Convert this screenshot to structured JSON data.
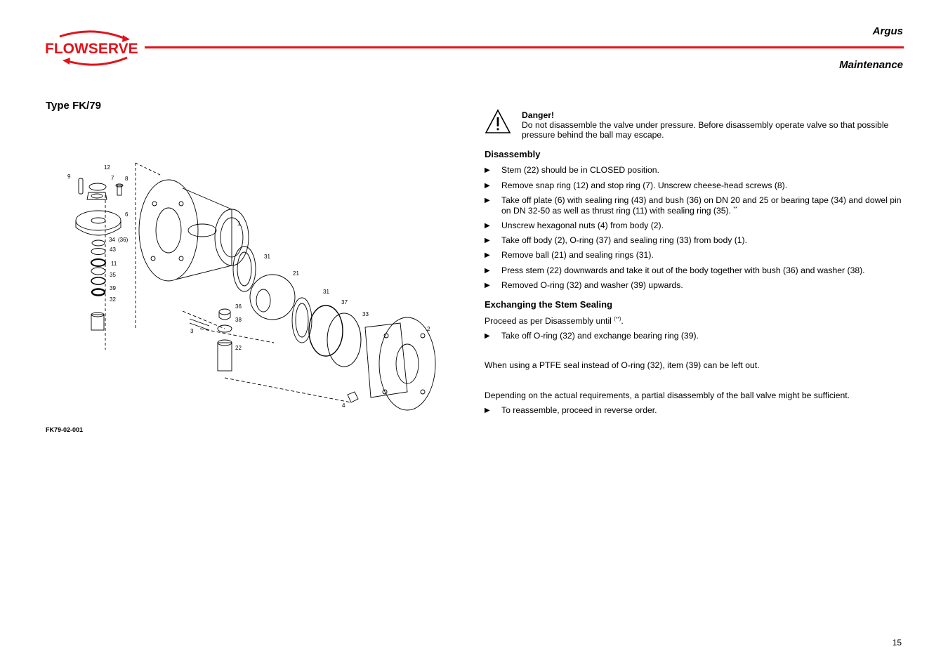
{
  "header": {
    "brand": "Argus",
    "section": "Maintenance",
    "logo_text": "FLOWSERVE",
    "accent_color": "#e2131b"
  },
  "figure": {
    "title": "Type FK/79",
    "id": "FK79-02-001",
    "callouts": [
      "12",
      "9",
      "7",
      "8",
      "6",
      "34",
      "(36)",
      "43",
      "11",
      "35",
      "39",
      "32",
      "1",
      "31",
      "21",
      "31",
      "37",
      "33",
      "36",
      "38",
      "22",
      "3",
      "2",
      "4"
    ]
  },
  "danger": {
    "icon": "warning-triangle-icon",
    "title": "Danger!",
    "text": "Do not disassemble the valve under pressure. Before disassembly operate valve so that possible pressure behind the ball may escape."
  },
  "disassembly": {
    "heading": "Disassembly",
    "steps": [
      "Stem (22) should be in CLOSED position.",
      "Remove snap ring (12) and stop ring (7). Unscrew cheese-head screws (8).",
      "Take off plate (6) with sealing ring (43) and bush (36) on DN 20 and 25 or bearing tape (34) and dowel pin on DN 32-50 as well as thrust ring (11) with sealing ring (35).",
      "Unscrew hexagonal nuts (4) from body (2).",
      "Take off body (2), O-ring (37) and sealing ring (33) from body (1).",
      "Remove ball (21) and sealing rings (31).",
      "Press stem (22) downwards and take it out of the body together with bush (36) and washer (38).",
      "Removed O-ring (32) and washer (39) upwards."
    ],
    "step3_mark": "**"
  },
  "stem_sealing": {
    "heading": "Exchanging the Stem Sealing",
    "intro": "Proceed as per Disassembly until",
    "intro_mark": "(**)",
    "intro_end": ".",
    "step": "Take off O-ring (32) and exchange bearing ring (39).",
    "note": "When using a PTFE seal instead of O-ring (32), item (39) can be left out.",
    "partial": "Depending on the actual requirements, a partial disassembly of the ball valve might be sufficient.",
    "final_step": "To reassemble, proceed in reverse order."
  },
  "bullet_glyph": "▶",
  "page_number": "15"
}
